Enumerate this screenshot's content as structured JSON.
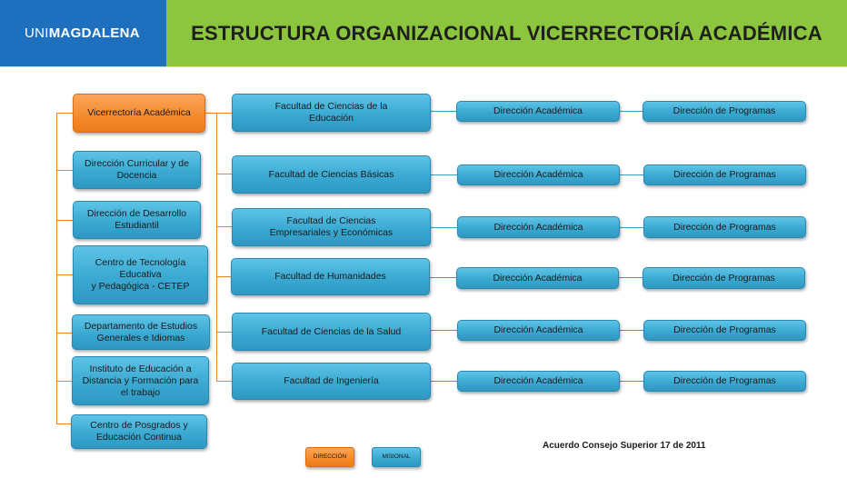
{
  "header": {
    "logo_prefix": "UNI",
    "logo_suffix": "MAGDALENA",
    "title": "ESTRUCTURA ORGANIZACIONAL VICERRECTORÍA ACADÉMICA"
  },
  "left_column": [
    "Vicerrectoría Académica",
    "Dirección Curricular y de\nDocencia",
    "Dirección de Desarrollo\nEstudiantil",
    "Centro de Tecnología\nEducativa\ny Pedagógica - CETEP",
    "Departamento de Estudios\nGenerales e Idiomas",
    "Instituto de Educación a\nDistancia y Formación para\nel trabajo",
    "Centro de Posgrados y\nEducación Continua"
  ],
  "faculties": [
    {
      "name": "Facultad de Ciencias de la\nEducación",
      "direction": "Dirección Académica",
      "programs": "Dirección de Programas"
    },
    {
      "name": "Facultad de Ciencias Básicas",
      "direction": "Dirección Académica",
      "programs": "Dirección de Programas"
    },
    {
      "name": "Facultad de Ciencias\nEmpresariales y Económicas",
      "direction": "Dirección Académica",
      "programs": "Dirección de Programas"
    },
    {
      "name": "Facultad de Humanidades",
      "direction": "Dirección Académica",
      "programs": "Dirección de Programas"
    },
    {
      "name": "Facultad de Ciencias de la Salud",
      "direction": "Dirección Académica",
      "programs": "Dirección de Programas"
    },
    {
      "name": "Facultad de Ingeniería",
      "direction": "Dirección Académica",
      "programs": "Dirección de Programas"
    }
  ],
  "legend": {
    "direccion": "DIRECCIÓN",
    "misional": "MISIONAL"
  },
  "footer_note": "Acuerdo Consejo Superior 17 de 2011",
  "colors": {
    "header_blue": "#1e6fbd",
    "header_green": "#8cc63f",
    "box_blue": "#3aa9d2",
    "box_orange": "#f48a2c"
  }
}
